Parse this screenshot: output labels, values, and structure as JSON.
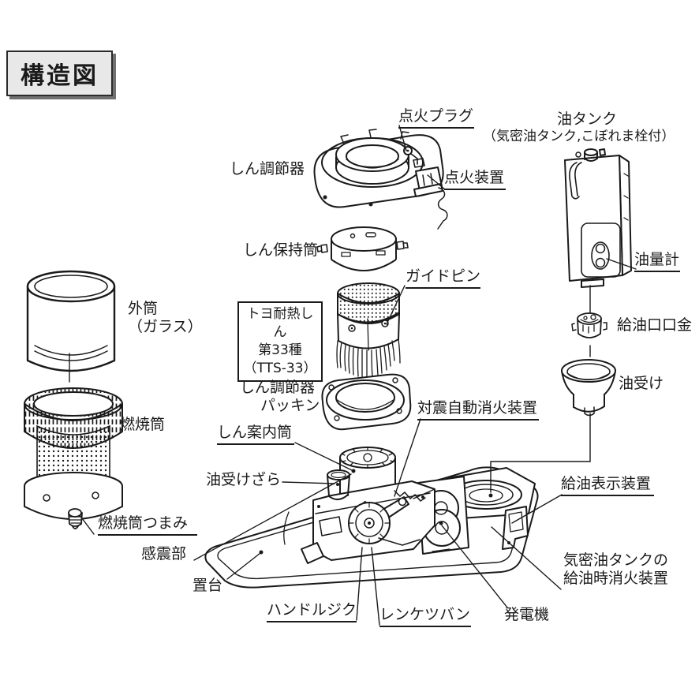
{
  "title": "構造図",
  "labels": {
    "ignition_plug": "点火プラグ",
    "wick_adjuster": "しん調節器",
    "ignition_device": "点火装置",
    "oil_tank": "油タンク",
    "oil_tank_note": "（気密油タンク,こぼれま栓付）",
    "oil_gauge": "油量計",
    "filler_fitting": "給油口口金",
    "oil_receiver": "油受け",
    "wick_holder": "しん保持筒",
    "guide_pin": "ガイドピン",
    "heat_resistant_wick": {
      "line1": "トヨ耐熱しん",
      "line2": "第33種",
      "line3": "（TTS-33）"
    },
    "adjuster_packing": {
      "line1": "しん調節器",
      "line2": "パッキン"
    },
    "quake_auto_extinguisher": "対震自動消火装置",
    "wick_guide_tube": "しん案内筒",
    "oil_drip_tray": "油受けざら",
    "outer_cylinder": {
      "line1": "外筒",
      "line2": "（ガラス）"
    },
    "combustion_cylinder": "燃焼筒",
    "combustion_cylinder_knob": "燃焼筒つまみ",
    "quake_sensor": "感震部",
    "stand": "置台",
    "handle_shaft": "ハンドルジク",
    "connecting_plate": "レンケツバン",
    "generator": "発電機",
    "refuel_indicator": "給油表示装置",
    "tank_refuel_extinguisher": {
      "line1": "気密油タンクの",
      "line2": "給油時消火装置"
    }
  },
  "colors": {
    "line": "#1a1a1a",
    "title_bg": "#e8e8e8",
    "title_shadow": "#707070",
    "background": "#ffffff"
  }
}
